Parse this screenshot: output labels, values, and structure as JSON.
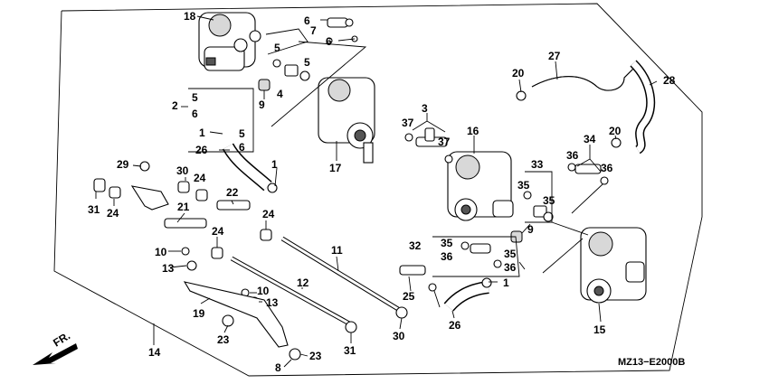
{
  "diagram": {
    "callouts": [
      "18",
      "7",
      "6",
      "6",
      "5",
      "5",
      "4",
      "2",
      "5",
      "6",
      "9",
      "1",
      "5",
      "6",
      "26",
      "1",
      "17",
      "3",
      "37",
      "37",
      "16",
      "20",
      "27",
      "28",
      "20",
      "34",
      "36",
      "36",
      "33",
      "35",
      "35",
      "9",
      "29",
      "30",
      "24",
      "31",
      "24",
      "21",
      "22",
      "24",
      "10",
      "13",
      "24",
      "11",
      "12",
      "10",
      "13",
      "19",
      "23",
      "8",
      "23",
      "31",
      "30",
      "32",
      "35",
      "36",
      "35",
      "36",
      "25",
      "1",
      "26",
      "15",
      "14"
    ],
    "direction_label": "FR.",
    "diagram_code": "MZ13−E2000B"
  }
}
